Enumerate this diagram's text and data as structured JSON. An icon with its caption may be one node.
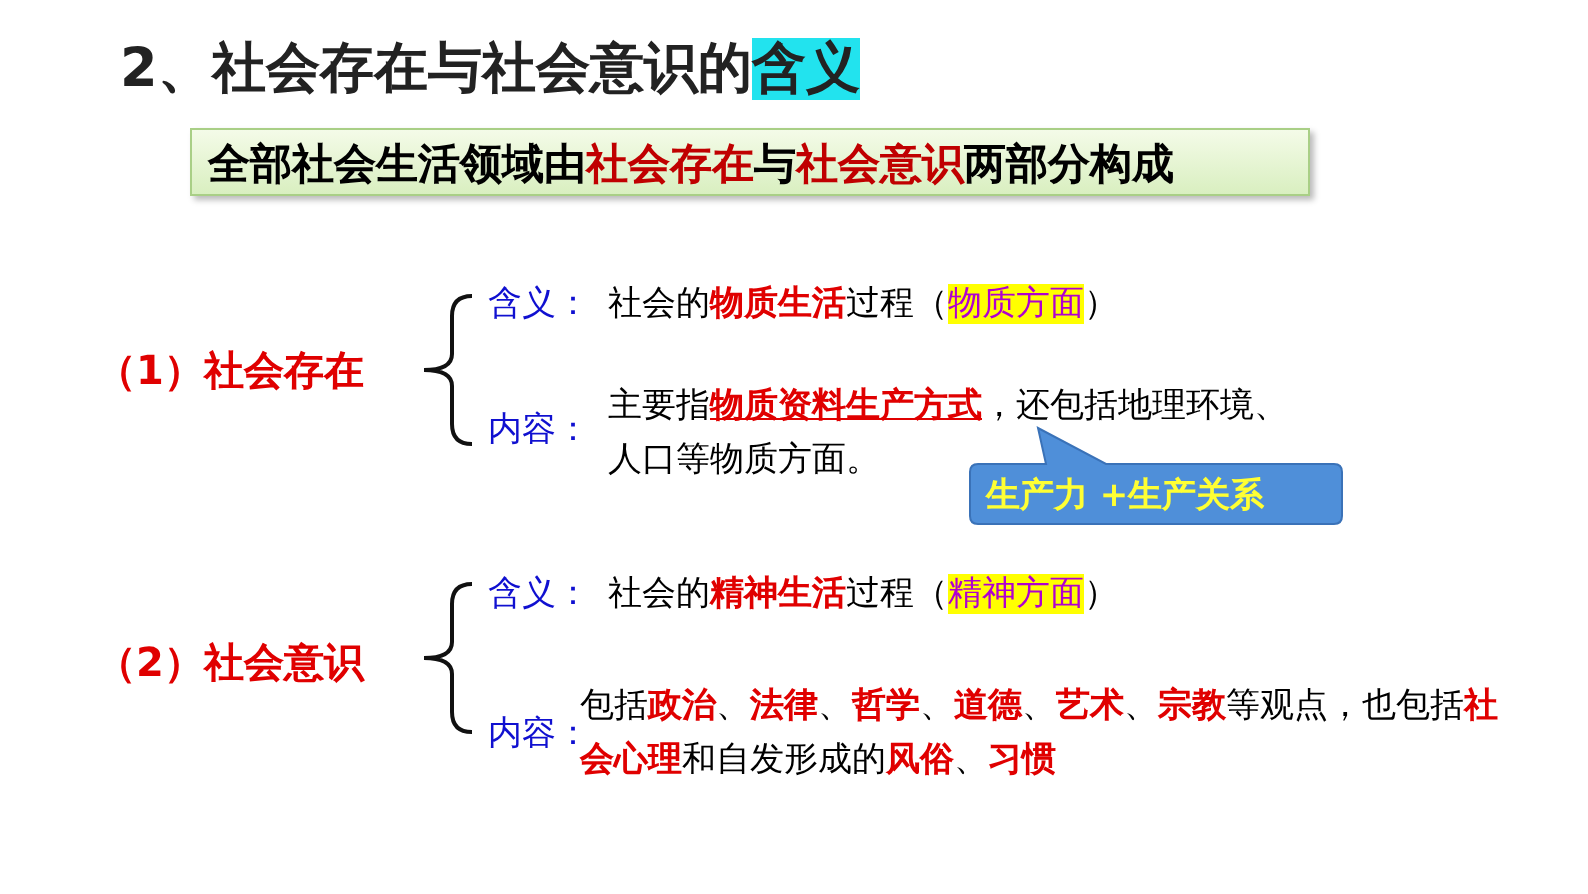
{
  "diagram": {
    "title": "2、社会存在与社会意识的**含义**",
    "nodes": [
      {
        "text": [
          "全部社会生活领域由**社会存在**与**社会意识**两部分构成"
        ]
      },
      {
        "text": [
          "生产力 +生产关系"
        ]
      }
    ],
    "labels": [
      "（1）社会存在",
      "含义：",
      "社会的**物质生活**过程（*物质方面*）",
      "内容：",
      "主要指**物质资料生产方式**，还包括地理环境、人口等物质方面。",
      "（2）社会意识",
      "含义：",
      "社会的**精神生活**过程（*精神方面*）",
      "内容：",
      "包括**政治**、**法律**、**哲学**、**道德**、**艺术**、**宗教**等观点，也包括**社会心理**和自发形成的**风俗**、**习惯**"
    ]
  }
}
